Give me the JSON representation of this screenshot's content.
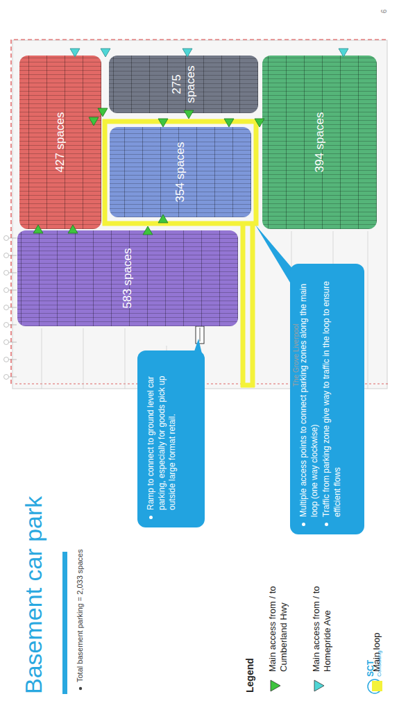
{
  "diagram": {
    "title": "Basement car park",
    "nodes": [
      {
        "text": [
          "427 spaces"
        ]
      },
      {
        "text": [
          "275 spaces"
        ]
      },
      {
        "text": [
          "354 spaces"
        ]
      },
      {
        "text": [
          "394 spaces"
        ]
      },
      {
        "text": [
          "583 spaces"
        ]
      },
      {
        "text": [
          "Ramp to connect to ground level car parking, especially for goods pick up outside large format retail."
        ]
      },
      {
        "text": [
          "Multiple access points to connect parking zones along the main loop (one way clockwise)",
          "Traffic from parking zone give way to traffic in the loop to ensure efficient flows"
        ]
      }
    ],
    "labels": [
      "Total basement parking = 2,033 spaces",
      "Legend",
      "The Grove Liverpool",
      "6",
      "SCT",
      "Consulting"
    ],
    "legend": [
      {
        "text": "Main access from / to Cumberland Hwy",
        "color": "#3ec43e"
      },
      {
        "text": "Main access from / to Homepride Ave",
        "color": "#4fd6d6"
      },
      {
        "text": "Main loop",
        "color": "#f4f23a"
      }
    ]
  }
}
